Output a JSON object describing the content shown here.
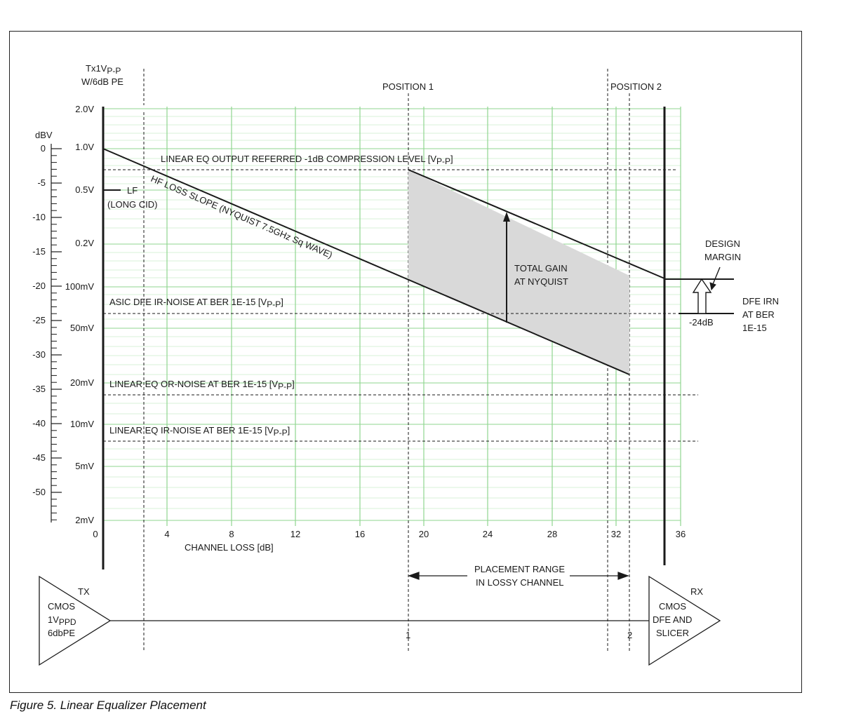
{
  "caption": "Figure 5. Linear Equalizer Placement",
  "colors": {
    "grid": "#8fd68f",
    "band": "#d9d9d9",
    "ink": "#1a1a1a"
  },
  "dbv_axis": {
    "unit": "dBV",
    "ticks": [
      "0",
      "-5",
      "-10",
      "-15",
      "-20",
      "-25",
      "-30",
      "-35",
      "-40",
      "-45",
      "-50"
    ]
  },
  "voltage_axis": {
    "header_line1": "Tx1V",
    "header_sub": "P-P",
    "header_line2": "W/6dB PE",
    "ticks": [
      "2.0V",
      "1.0V",
      "0.5V",
      "0.2V",
      "100mV",
      "50mV",
      "20mV",
      "10mV",
      "5mV",
      "2mV"
    ]
  },
  "x_axis": {
    "label": "CHANNEL LOSS [dB]",
    "ticks": [
      "0",
      "4",
      "8",
      "12",
      "16",
      "20",
      "24",
      "28",
      "32",
      "36"
    ]
  },
  "labels": {
    "position1": "POSITION 1",
    "position2": "POSITION 2",
    "compression": "LINEAR EQ OUTPUT REFERRED -1dB COMPRESSION LEVEL [V",
    "compression_sub": "P-P",
    "hf_slope": "HF LOSS SLOPE (NYQUIST 7.5GHz Sq WAVE)",
    "lf": "LF",
    "lf_sub": "(LONG CID)",
    "asic_noise": "ASIC DFE IR-NOISE AT BER 1E-15 [V",
    "asic_sub": "P-P",
    "or_noise": "LINEAR EQ OR-NOISE AT BER 1E-15 [V",
    "or_sub": "P-P",
    "ir_noise": "LINEAR EQ IR-NOISE AT BER 1E-15 [V",
    "ir_sub": "P-P",
    "gain_line1": "TOTAL GAIN",
    "gain_line2": "AT NYQUIST",
    "margin_line1": "DESIGN",
    "margin_line2": "MARGIN",
    "dfe_line1": "DFE IRN",
    "dfe_line2": "AT BER",
    "dfe_line3": "1E-15",
    "minus24": "-24dB",
    "placement_line1": "PLACEMENT RANGE",
    "placement_line2": "IN LOSSY CHANNEL"
  },
  "tx": {
    "name": "TX",
    "line1": "CMOS",
    "line2_main": "1V",
    "line2_sub": "PPD",
    "line3": "6dbPE"
  },
  "rx": {
    "name": "RX",
    "line1": "CMOS",
    "line2": "DFE AND",
    "line3": "SLICER"
  },
  "marker1": "1",
  "marker2": "2"
}
